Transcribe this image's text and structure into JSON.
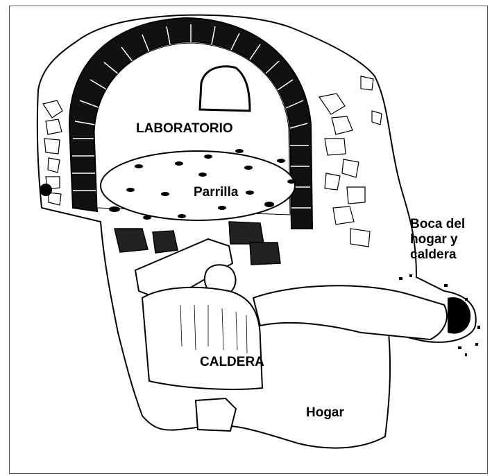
{
  "labels": {
    "laboratorio": "LABORATORIO",
    "parrilla": "Parrilla",
    "caldera": "CALDERA",
    "hogar": "Hogar",
    "boca_line1": "Boca del",
    "boca_line2": "hogar y",
    "boca_line3": "caldera"
  },
  "colors": {
    "ink": "#000000",
    "paper": "#ffffff",
    "frame": "#555555"
  }
}
